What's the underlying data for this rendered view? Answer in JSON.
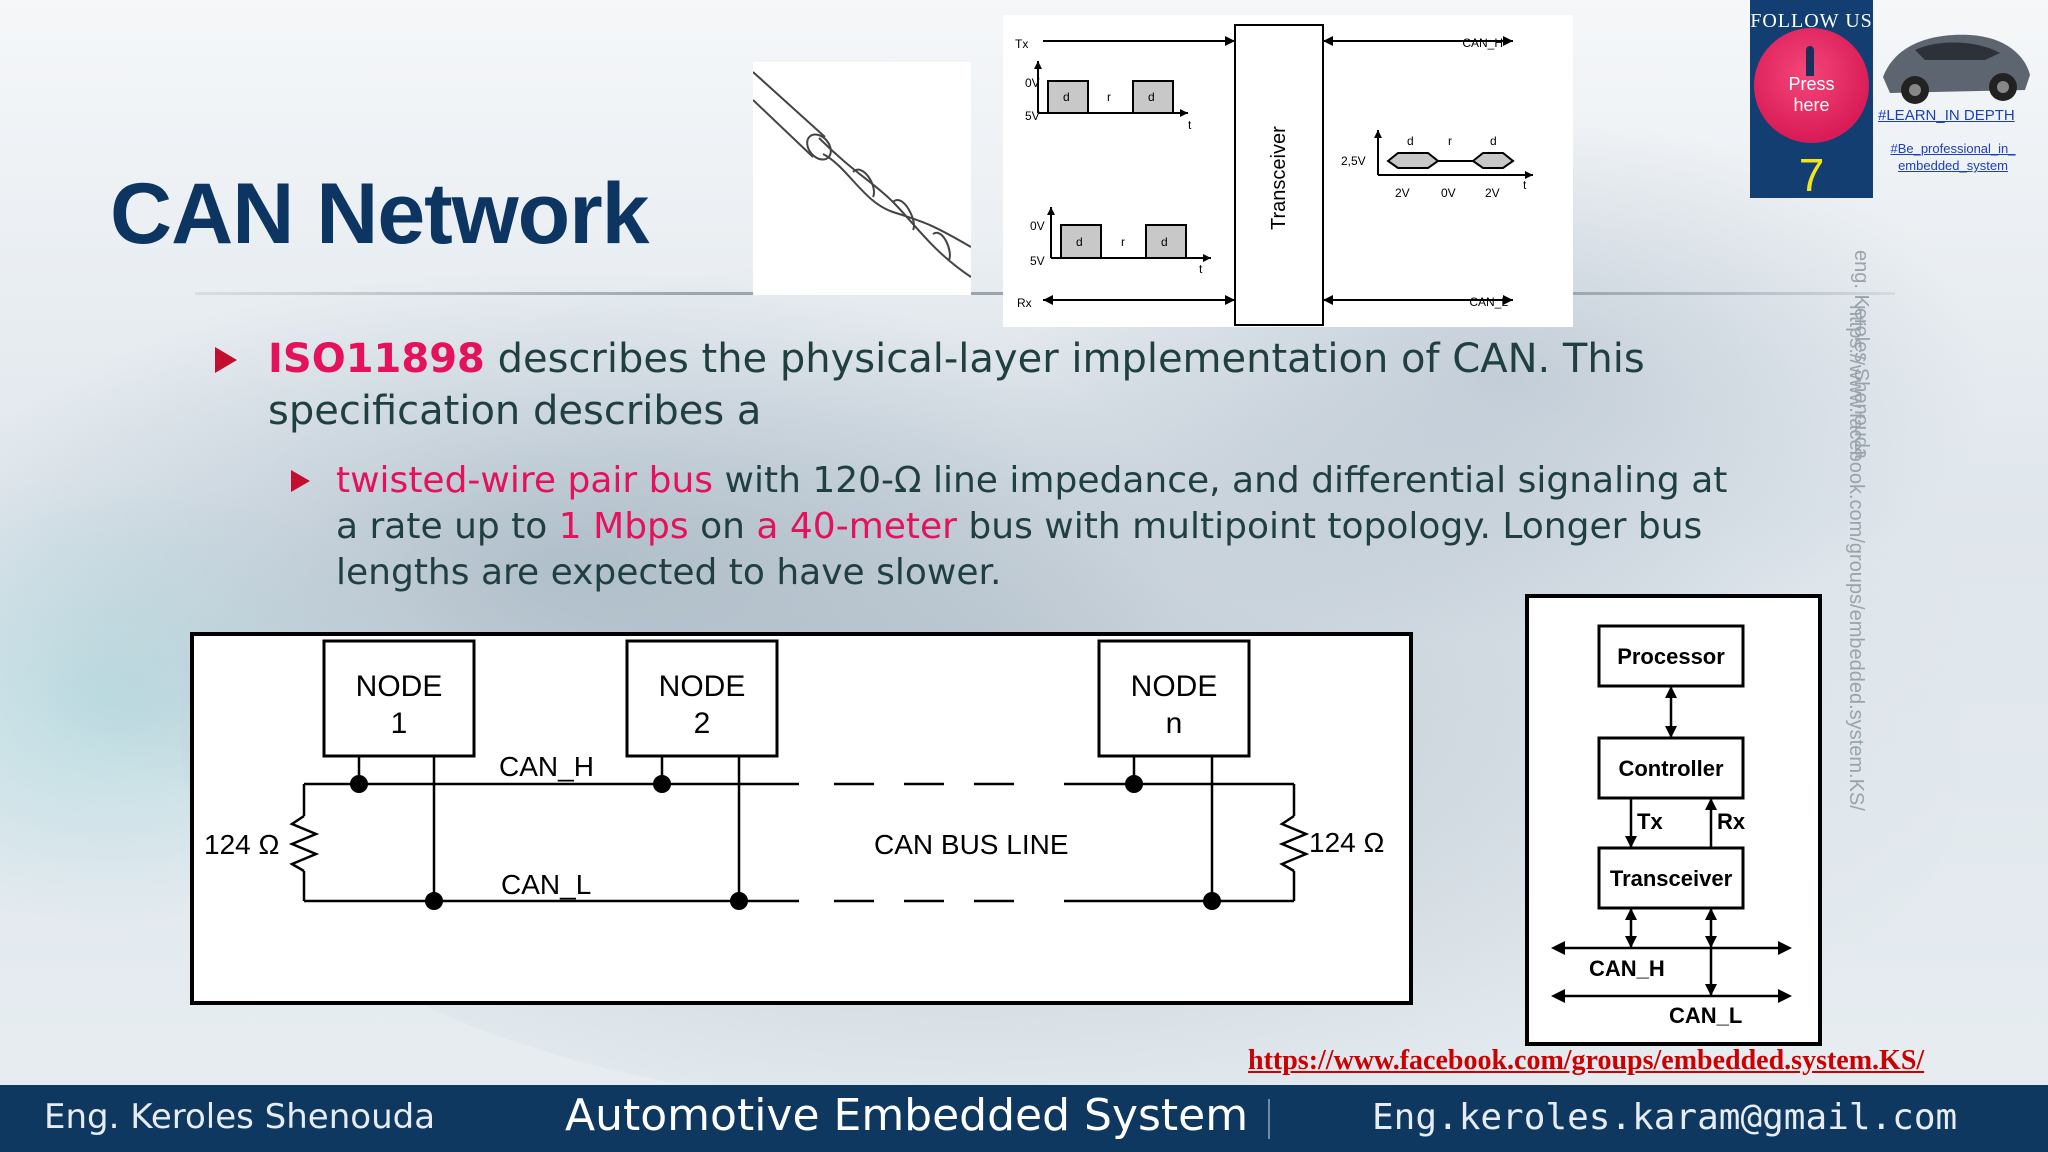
{
  "slide": {
    "title": "CAN Network"
  },
  "bullets": {
    "b1_keyword": "ISO11898",
    "b1_rest": " describes the physical-layer implementation of CAN. This specification describes a",
    "b2_p1": "twisted-wire pair bus",
    "b2_p2": " with 120-Ω line impedance, and differential signaling at a rate up to ",
    "b2_p3": "1 Mbps",
    "b2_p4": " on ",
    "b2_p5": "a 40-meter",
    "b2_p6": " bus with multipoint topology. Longer bus lengths are expected to have slower."
  },
  "signal_diagram": {
    "tx": "Tx",
    "rx": "Rx",
    "can_h": "CAN_H",
    "can_l": "CAN_L",
    "transceiver": "Transceiver",
    "v0": "0V",
    "v5": "5V",
    "v25": "2,5V",
    "v2a": "2V",
    "v0b": "0V",
    "v2b": "2V",
    "d": "d",
    "r": "r",
    "t": "t"
  },
  "bus_diagram": {
    "node1": "NODE\n1",
    "node1_a": "NODE",
    "node1_b": "1",
    "node2_a": "NODE",
    "node2_b": "2",
    "noden_a": "NODE",
    "noden_b": "n",
    "can_h": "CAN_H",
    "can_l": "CAN_L",
    "bus_line": "CAN BUS LINE",
    "res_left": "124 Ω",
    "res_right": "124 Ω"
  },
  "block_diagram": {
    "processor": "Processor",
    "controller": "Controller",
    "transceiver": "Transceiver",
    "tx": "Tx",
    "rx": "Rx",
    "can_h": "CAN_H",
    "can_l": "CAN_L"
  },
  "follow": {
    "label": "FOLLOW US",
    "press": "Press",
    "here": "here",
    "number": "7",
    "tag1": "#LEARN_IN DEPTH",
    "tag2": "#Be_professional_in_ embedded_system"
  },
  "side": {
    "author": "eng. Keroles Shenouda",
    "url": "https://www.facebook.com/groups/embedded.system.KS/"
  },
  "links": {
    "group": "https://www.facebook.com/groups/embedded.system.KS/"
  },
  "footer": {
    "author": "Eng. Keroles Shenouda",
    "course": "Automotive Embedded System",
    "email": "Eng.keroles.karam@gmail.com"
  },
  "colors": {
    "title": "#0d3562",
    "highlight": "#e3125b",
    "footer_bg": "#0f3860"
  }
}
